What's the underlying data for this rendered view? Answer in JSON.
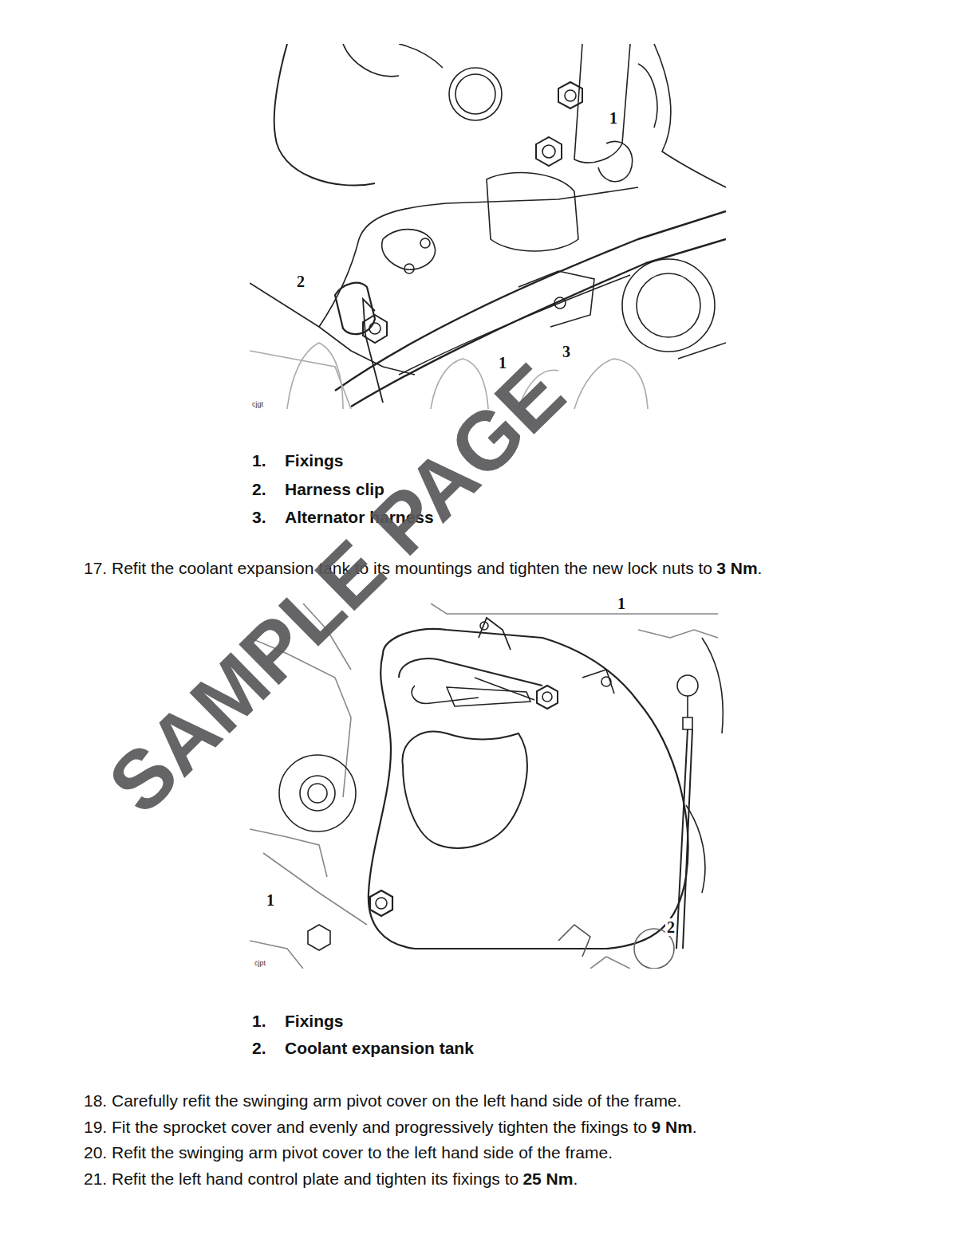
{
  "diagram": {
    "labels": [
      "1",
      "2",
      "1",
      "3",
      "cjgt",
      "1.",
      "Fixings",
      "2.",
      "Harness clip",
      "3.",
      "Alternator harness",
      "17. Refit the coolant expansion tank to its mountings and tighten the new lock nuts to",
      "3 Nm",
      ".",
      "1",
      "1",
      "2",
      "cjpt",
      "1.",
      "Fixings",
      "2.",
      "Coolant expansion tank",
      "18. Carefully refit the swinging arm pivot cover on the left hand side of the frame.",
      "19. Fit the sprocket cover and evenly and progressively tighten the fixings to",
      "9 Nm",
      ".",
      "20. Refit the swinging arm pivot cover to the left hand side of the frame.",
      "21. Refit the left hand control plate and tighten its fixings to",
      "25 Nm",
      ".",
      "SAMPLE PAGE"
    ]
  }
}
